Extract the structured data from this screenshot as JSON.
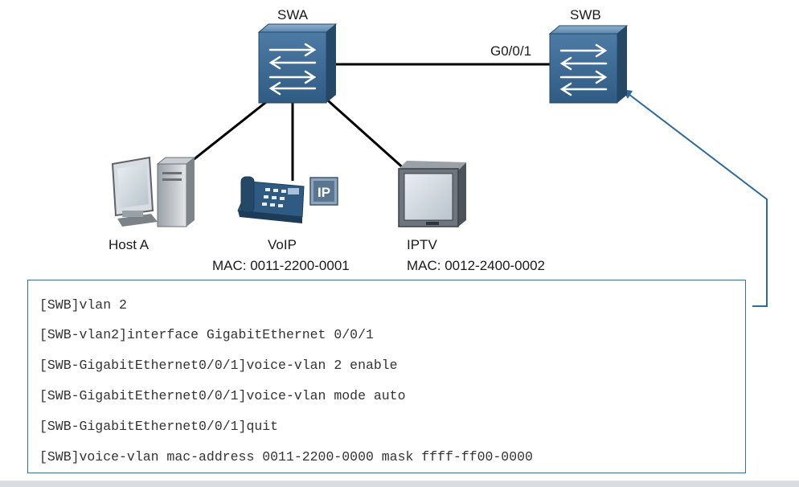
{
  "colors": {
    "switch_face": "#3f6e99",
    "switch_dark": "#244866",
    "link_line": "#000000",
    "callout_line": "#2d6a9f",
    "cli_border": "#3a6f9b"
  },
  "switches": {
    "swa_label": "SWA",
    "swb_label": "SWB",
    "port_label": "G0/0/1",
    "icon": "network-switch-icon"
  },
  "devices": {
    "host_label": "Host A",
    "voip_label": "VoIP",
    "voip_mac": "MAC: 0011-2200-0001",
    "voip_badge": "IP",
    "iptv_label": "IPTV",
    "iptv_mac": "MAC: 0012-2400-0002"
  },
  "cli": {
    "lines": [
      "[SWB]vlan 2",
      "[SWB-vlan2]interface GigabitEthernet 0/0/1",
      "[SWB-GigabitEthernet0/0/1]voice-vlan 2 enable",
      "[SWB-GigabitEthernet0/0/1]voice-vlan mode auto",
      "[SWB-GigabitEthernet0/0/1]quit",
      "[SWB]voice-vlan mac-address 0011-2200-0000 mask ffff-ff00-0000"
    ]
  }
}
